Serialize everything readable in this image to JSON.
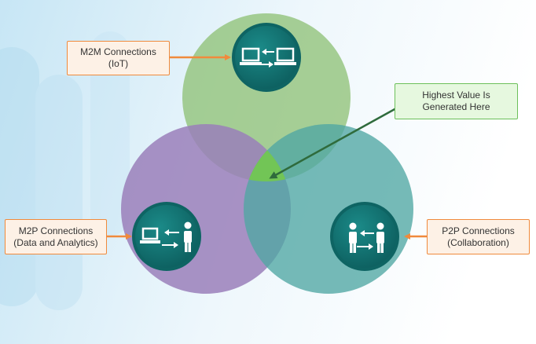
{
  "colors": {
    "iot_circle": "#8fc277",
    "analytics_circle": "#9a7fba",
    "collab_circle": "#4fa6a3",
    "overlap_highlight": "#72c556",
    "icon_badge": "#116f6e",
    "orange_arrow": "#f08a3c",
    "green_arrow": "#2f6b3c"
  },
  "callouts": {
    "m2m": {
      "line1": "M2M Connections",
      "line2": "(IoT)",
      "icon": "computer-to-computer-icon"
    },
    "m2p": {
      "line1": "M2P Connections",
      "line2": "(Data and Analytics)",
      "icon": "computer-to-person-icon"
    },
    "p2p": {
      "line1": "P2P Connections",
      "line2": "(Collaboration)",
      "icon": "person-to-person-icon"
    },
    "highest": {
      "line1": "Highest Value Is",
      "line2": "Generated Here"
    }
  }
}
